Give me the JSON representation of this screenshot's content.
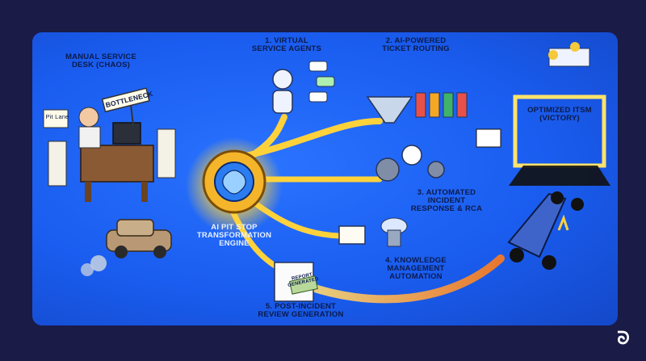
{
  "labels": {
    "manual_desk": "MANUAL SERVICE\nDESK (CHAOS)",
    "bottleneck": "BOTTLENECK",
    "pit_lane": "Pit Lane",
    "virtual_agents": "1. VIRTUAL\nSERVICE AGENTS",
    "ticket_routing": "2. AI-POWERED\nTICKET ROUTING",
    "incident_response": "3. AUTOMATED\nINCIDENT\nRESPONSE & RCA",
    "knowledge": "4. KNOWLEDGE\nMANAGEMENT\nAUTOMATION",
    "post_incident": "5. POST-INCIDENT\nREVIEW GENERATION",
    "engine": "AI PIT STOP\nTRANSFORMATION\nENGINE",
    "optimized": "OPTIMIZED ITSM\n(VICTORY)",
    "report_stamp": "REPORT\nGENERATED"
  },
  "colors": {
    "background": "#1a1b47",
    "canvas": "#1a5df0",
    "pipe": "#ffd23c",
    "text_dark": "#0c1b4a"
  }
}
